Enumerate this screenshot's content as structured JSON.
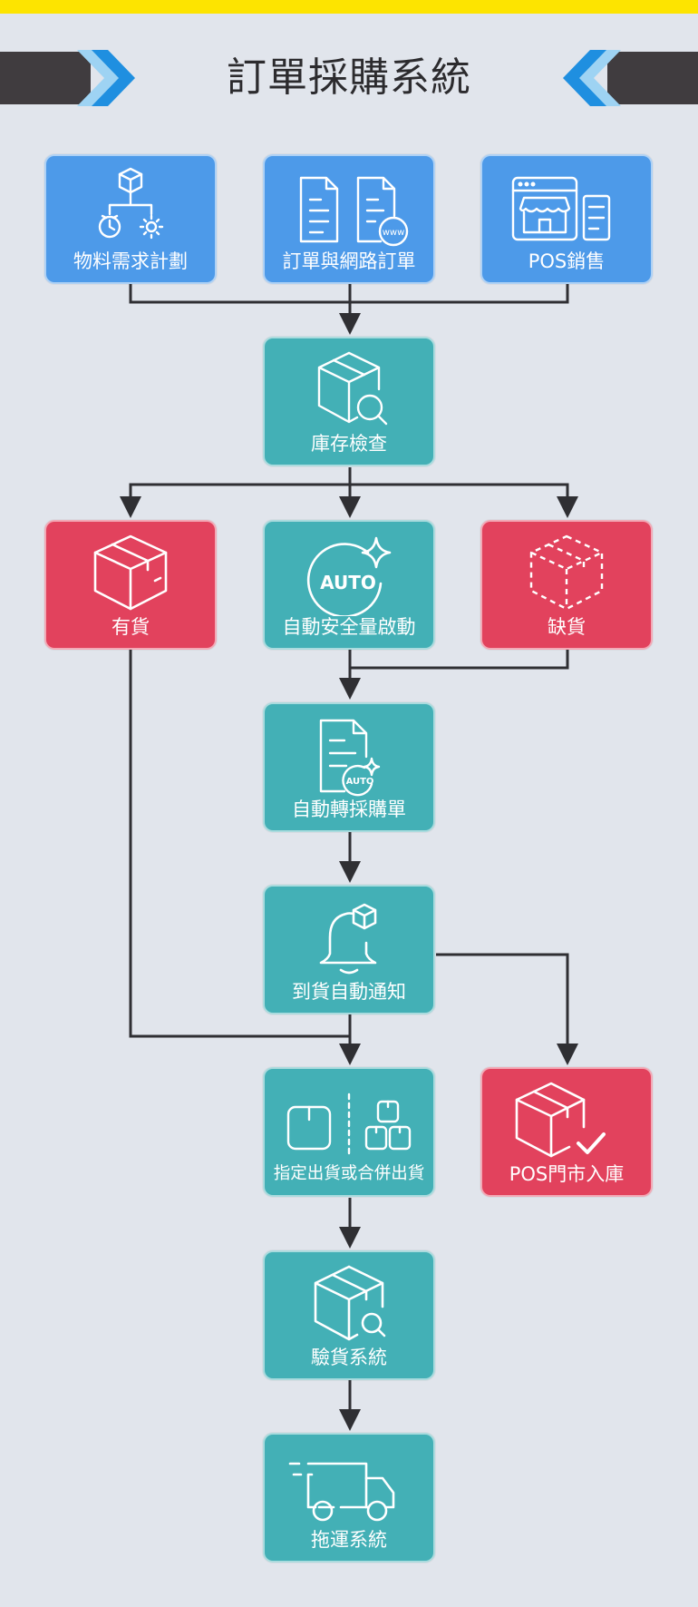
{
  "page": {
    "title": "訂單採購系統"
  },
  "colors": {
    "header_band": "#403c3f",
    "accent_yellow": "#fde400",
    "chevron_light": "#9ed3f3",
    "chevron_dark": "#1f8fe0",
    "blue": "#4d9ae9",
    "teal": "#43b0b6",
    "red": "#e2425d",
    "connector": "#2f2f33",
    "background": "#e1e5ec"
  },
  "nodes": {
    "mrp": {
      "label": "物料需求計劃",
      "icon": "hierarchy-clock-gear-icon",
      "color": "blue"
    },
    "orders": {
      "label": "訂單與網路訂單",
      "icon": "documents-www-icon",
      "color": "blue"
    },
    "pos_sales": {
      "label": "POS銷售",
      "icon": "storefront-icon",
      "color": "blue"
    },
    "inventory_check": {
      "label": "庫存檢查",
      "icon": "box-magnifier-icon",
      "color": "teal"
    },
    "in_stock": {
      "label": "有貨",
      "icon": "box-icon",
      "color": "red"
    },
    "auto_safety": {
      "label": "自動安全量啟動",
      "icon": "auto-sparkle-icon",
      "color": "teal"
    },
    "out_of_stock": {
      "label": "缺貨",
      "icon": "dashed-box-icon",
      "color": "red"
    },
    "auto_po": {
      "label": "自動轉採購單",
      "icon": "document-auto-icon",
      "color": "teal"
    },
    "arrival_notice": {
      "label": "到貨自動通知",
      "icon": "bell-box-icon",
      "color": "teal"
    },
    "shipping": {
      "label": "指定出貨或合併出貨",
      "icon": "split-merge-boxes-icon",
      "color": "teal"
    },
    "pos_store_stock": {
      "label": "POS門市入庫",
      "icon": "box-check-icon",
      "color": "red"
    },
    "inspection": {
      "label": "驗貨系統",
      "icon": "box-inspect-icon",
      "color": "teal"
    },
    "transport": {
      "label": "拖運系統",
      "icon": "truck-icon",
      "color": "teal"
    }
  }
}
